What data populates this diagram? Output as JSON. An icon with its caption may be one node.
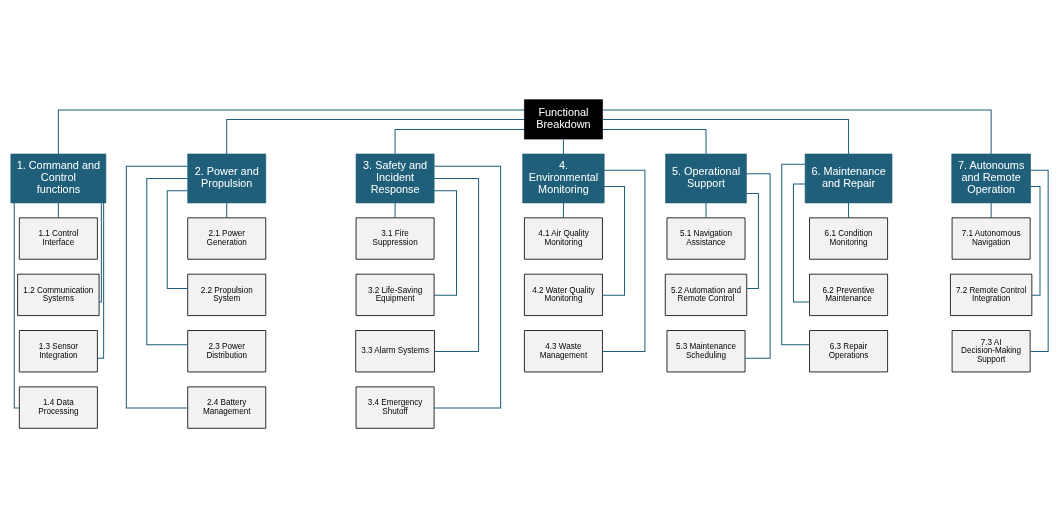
{
  "diagram": {
    "nodes": [
      {
        "text": [
          "Functional Breakdown"
        ]
      },
      {
        "text": [
          "1. Command and Control functions"
        ]
      },
      {
        "text": [
          "2. Power and Propulsion"
        ]
      },
      {
        "text": [
          "3. Safety and Incident Response"
        ]
      },
      {
        "text": [
          "4. Environmental Monitoring"
        ]
      },
      {
        "text": [
          "5. Operational Support"
        ]
      },
      {
        "text": [
          "6. Maintenance and Repair"
        ]
      },
      {
        "text": [
          "7. Autonoums and Remote Operation"
        ]
      },
      {
        "text": [
          "1.1 Control Interface"
        ]
      },
      {
        "text": [
          "1.2 Communication Systems"
        ]
      },
      {
        "text": [
          "1.3 Sensor Integration"
        ]
      },
      {
        "text": [
          "1.4 Data Processing"
        ]
      },
      {
        "text": [
          "2.1 Power Generation"
        ]
      },
      {
        "text": [
          "2.2 Propulsion System"
        ]
      },
      {
        "text": [
          "2.3 Power Distribution"
        ]
      },
      {
        "text": [
          "2.4 Battery Management"
        ]
      },
      {
        "text": [
          "3.1 Fire Suppression"
        ]
      },
      {
        "text": [
          "3.2 Life-Saving Equipment"
        ]
      },
      {
        "text": [
          "3.3 Alarm Systems"
        ]
      },
      {
        "text": [
          "3.4 Emergency Shutoff"
        ]
      },
      {
        "text": [
          "4.1 Air Quality Monitoring"
        ]
      },
      {
        "text": [
          "4.2 Water Quality Monitoring"
        ]
      },
      {
        "text": [
          "4.3 Waste Management"
        ]
      },
      {
        "text": [
          "5.1 Navigation Assistance"
        ]
      },
      {
        "text": [
          "5.2 Automation and Remote Control"
        ]
      },
      {
        "text": [
          "5.3 Maintenance Scheduling"
        ]
      },
      {
        "text": [
          "6.1 Condition Monitoring"
        ]
      },
      {
        "text": [
          "6.2 Preventive Maintenance"
        ]
      },
      {
        "text": [
          "6.3 Repair Operations"
        ]
      },
      {
        "text": [
          "7.1 Autonomous Navigation"
        ]
      },
      {
        "text": [
          "7.2 Remote Control Integration"
        ]
      },
      {
        "text": [
          "7.3 AI Decision-Making Support"
        ]
      }
    ],
    "edges": [
      {
        "from": 0,
        "to": 1,
        "arrow": "none"
      },
      {
        "from": 0,
        "to": 2,
        "arrow": "none"
      },
      {
        "from": 0,
        "to": 3,
        "arrow": "none"
      },
      {
        "from": 0,
        "to": 4,
        "arrow": "none"
      },
      {
        "from": 0,
        "to": 5,
        "arrow": "none"
      },
      {
        "from": 0,
        "to": 6,
        "arrow": "none"
      },
      {
        "from": 0,
        "to": 7,
        "arrow": "none"
      },
      {
        "from": 1,
        "to": 8,
        "arrow": "none"
      },
      {
        "from": 1,
        "to": 9,
        "arrow": "none"
      },
      {
        "from": 1,
        "to": 10,
        "arrow": "none"
      },
      {
        "from": 1,
        "to": 11,
        "arrow": "none"
      },
      {
        "from": 2,
        "to": 12,
        "arrow": "none"
      },
      {
        "from": 2,
        "to": 13,
        "arrow": "none"
      },
      {
        "from": 2,
        "to": 14,
        "arrow": "none"
      },
      {
        "from": 2,
        "to": 15,
        "arrow": "none"
      },
      {
        "from": 3,
        "to": 16,
        "arrow": "none"
      },
      {
        "from": 3,
        "to": 17,
        "arrow": "none"
      },
      {
        "from": 3,
        "to": 18,
        "arrow": "none"
      },
      {
        "from": 3,
        "to": 19,
        "arrow": "none"
      },
      {
        "from": 4,
        "to": 20,
        "arrow": "none"
      },
      {
        "from": 4,
        "to": 21,
        "arrow": "none"
      },
      {
        "from": 4,
        "to": 22,
        "arrow": "none"
      },
      {
        "from": 5,
        "to": 23,
        "arrow": "none"
      },
      {
        "from": 5,
        "to": 24,
        "arrow": "none"
      },
      {
        "from": 5,
        "to": 25,
        "arrow": "none"
      },
      {
        "from": 6,
        "to": 26,
        "arrow": "none"
      },
      {
        "from": 6,
        "to": 27,
        "arrow": "none"
      },
      {
        "from": 6,
        "to": 28,
        "arrow": "none"
      },
      {
        "from": 7,
        "to": 29,
        "arrow": "none"
      },
      {
        "from": 7,
        "to": 30,
        "arrow": "none"
      },
      {
        "from": 7,
        "to": 31,
        "arrow": "none"
      }
    ]
  }
}
